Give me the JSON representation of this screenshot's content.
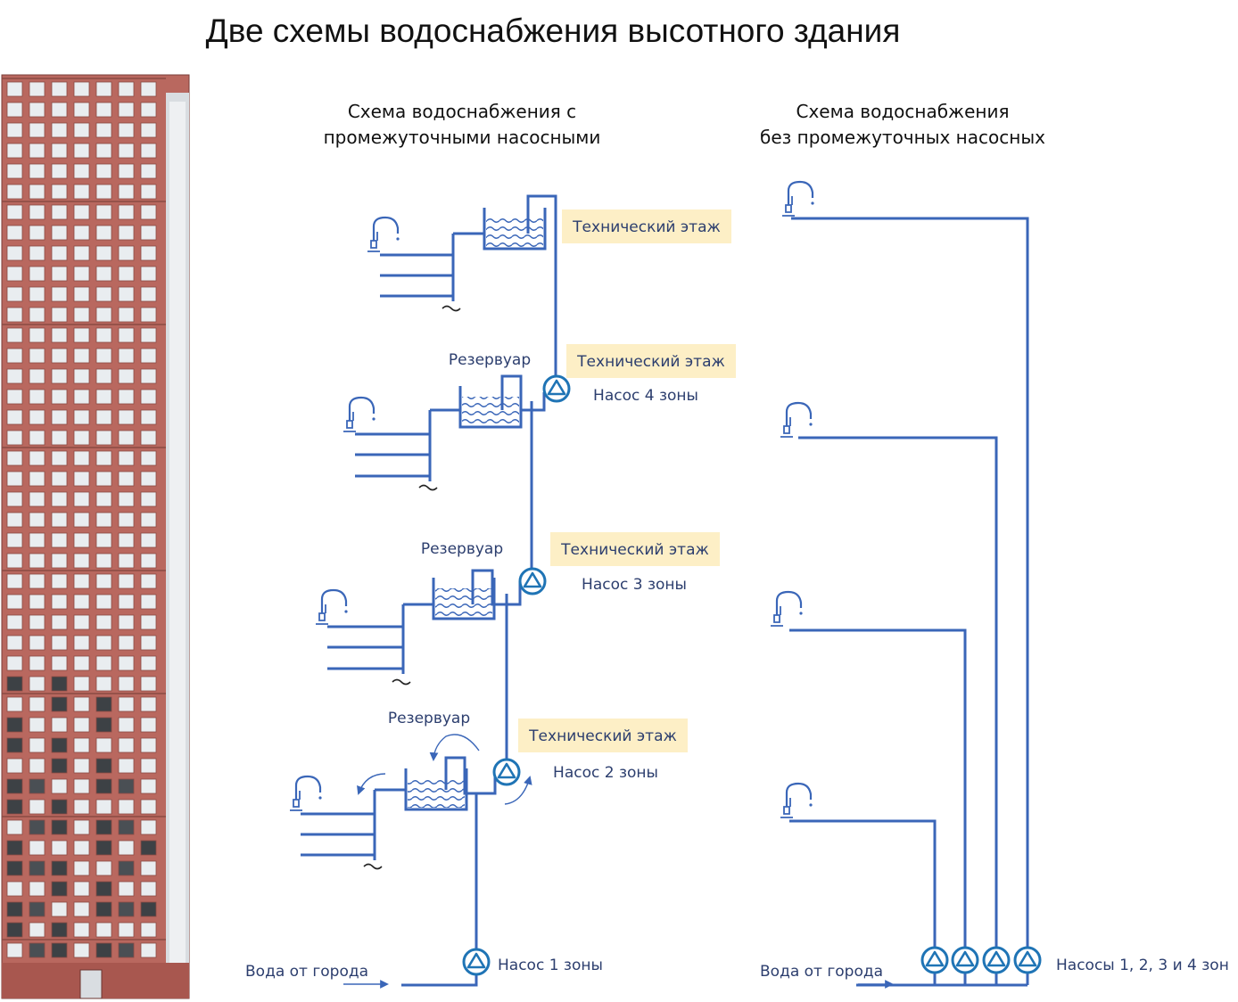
{
  "title": "Две схемы водоснабжения высотного здания",
  "left_scheme": {
    "heading_line1": "Схема водоснабжения с",
    "heading_line2": "промежуточными насосными",
    "tech_floor_label": "Технический этаж",
    "reservoir_label": "Резервуар",
    "pump_labels": [
      "Насос 4 зоны",
      "Насос 3 зоны",
      "Насос 2 зоны",
      "Насос 1 зоны"
    ],
    "city_water_label": "Вода от города"
  },
  "right_scheme": {
    "heading_line1": "Схема водоснабжения",
    "heading_line2": "без промежуточных насосных",
    "pumps_label": "Насосы 1, 2, 3 и 4 зон",
    "city_water_label": "Вода от города"
  },
  "colors": {
    "pipe": "#3a66b8",
    "pump": "#1f74b5",
    "label_bg": "#fdefc6",
    "label_text": "#2c3e6e",
    "facade": "#b9685f",
    "window": "#e9edf0"
  }
}
